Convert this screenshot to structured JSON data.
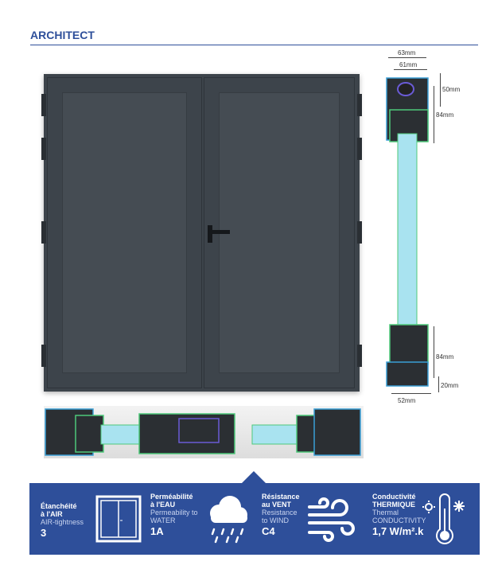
{
  "header": {
    "title": "ARCHITECT"
  },
  "dimensions": {
    "d63": "63mm",
    "d61": "61mm",
    "d50": "50mm",
    "d84_top": "84mm",
    "d84_bottom": "84mm",
    "d20": "20mm",
    "d52": "52mm"
  },
  "features": [
    {
      "title1": "Étanchéité",
      "title2": "à l'AIR",
      "sub1": "AIR-tightness",
      "sub2": "",
      "value": "3",
      "icon": "window-icon"
    },
    {
      "title1": "Perméabilité",
      "title2": "à l'EAU",
      "sub1": "Permeability to",
      "sub2": "WATER",
      "value": "1A",
      "icon": "rain-cloud-icon"
    },
    {
      "title1": "Résistance",
      "title2": "au VENT",
      "sub1": "Resistance",
      "sub2": "to WIND",
      "value": "C4",
      "icon": "wind-icon"
    },
    {
      "title1": "Conductivité",
      "title2": "THERMIQUE",
      "sub1": "Thermal",
      "sub2": "CONDUCTIVITY",
      "value": "1,7 W/m².k",
      "icon": "thermometer-icon"
    }
  ],
  "colors": {
    "brand": "#2e4f9a",
    "door": "#3d444b",
    "glass": "#a9e3f0"
  }
}
